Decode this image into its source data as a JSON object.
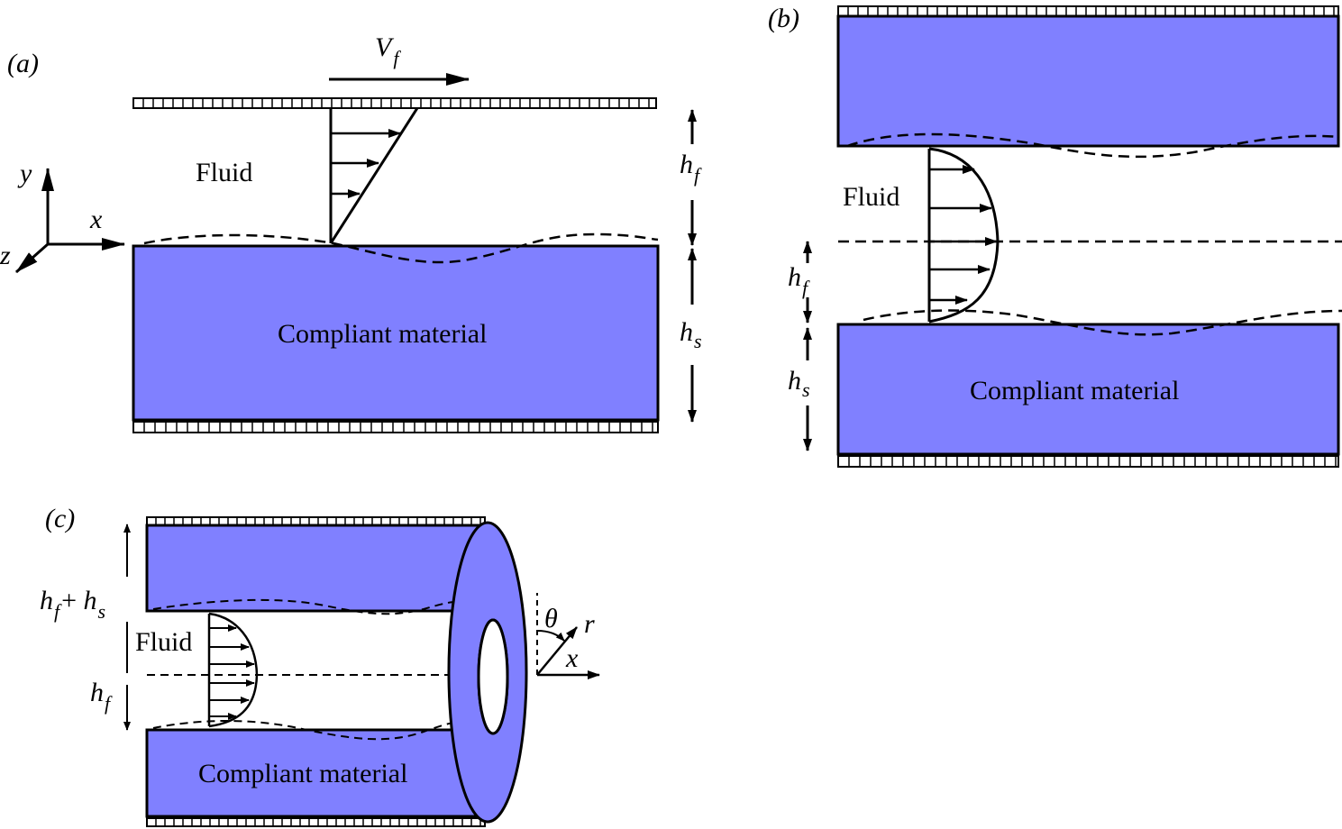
{
  "colors": {
    "material": "#8080ff",
    "stroke": "#000000",
    "background": "#ffffff"
  },
  "panels": {
    "a": {
      "label": "(a)",
      "fluid_label": "Fluid",
      "material_label": "Compliant material",
      "velocity_label": {
        "main": "V",
        "sub": "f"
      },
      "hf_label": {
        "main": "h",
        "sub": "f"
      },
      "hs_label": {
        "main": "h",
        "sub": "s"
      },
      "axes": {
        "x": "x",
        "y": "y",
        "z": "z"
      }
    },
    "b": {
      "label": "(b)",
      "fluid_label": "Fluid",
      "material_label": "Compliant material",
      "hf_label": {
        "main": "h",
        "sub": "f"
      },
      "hs_label": {
        "main": "h",
        "sub": "s"
      }
    },
    "c": {
      "label": "(c)",
      "fluid_label": "Fluid",
      "material_label": "Compliant material",
      "hfhs_label": {
        "main1": "h",
        "sub1": "f",
        "plus": "+ ",
        "main2": "h",
        "sub2": "s"
      },
      "hf_label": {
        "main": "h",
        "sub": "f"
      },
      "theta_label": "θ",
      "r_label": "r",
      "x_label": "x"
    }
  }
}
